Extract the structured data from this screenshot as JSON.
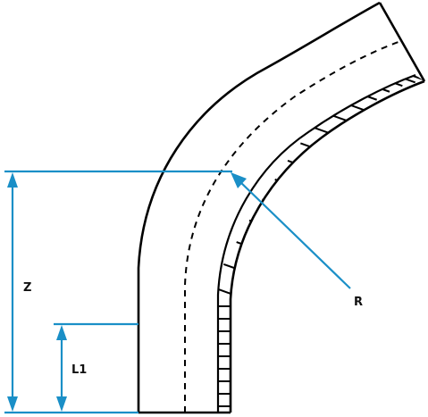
{
  "labels": {
    "z": "Z",
    "l1": "L1",
    "r": "R"
  },
  "colors": {
    "outline": "#000000",
    "dimension": "#1a8fc7",
    "background": "#ffffff"
  }
}
